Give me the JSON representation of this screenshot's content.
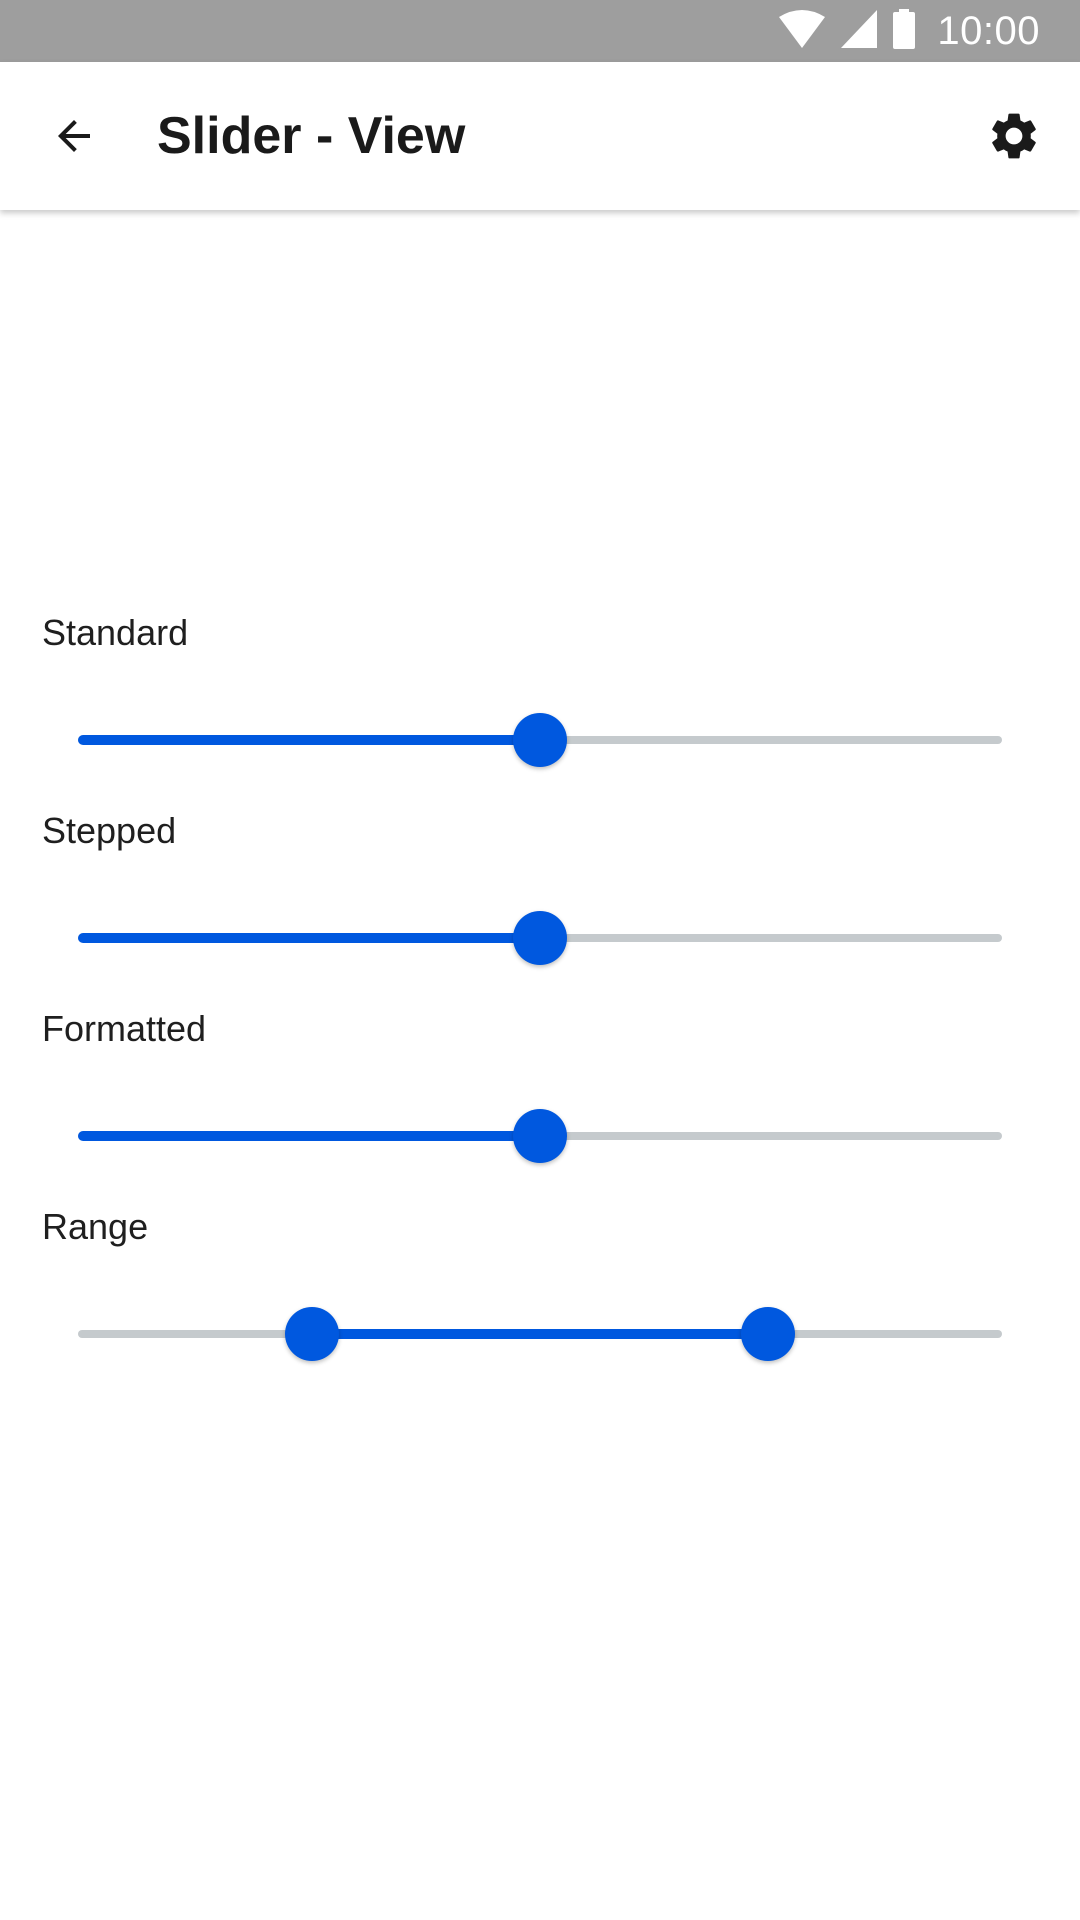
{
  "status_bar": {
    "time": "10:00",
    "icons": [
      "wifi-icon",
      "cellular-signal-icon",
      "battery-icon"
    ]
  },
  "app_bar": {
    "title": "Slider - View",
    "back_icon": "arrow-back-icon",
    "settings_icon": "gear-icon"
  },
  "sliders": [
    {
      "label": "Standard",
      "value": 0.5
    },
    {
      "label": "Stepped",
      "value": 0.5
    },
    {
      "label": "Formatted",
      "value": 0.5
    },
    {
      "label": "Range",
      "range": [
        0.253,
        0.747
      ]
    }
  ],
  "colors": {
    "accent": "#0058df",
    "track_inactive": "#c5cacd",
    "status_bar": "#9e9e9e",
    "title_text": "#1a1a1a"
  }
}
